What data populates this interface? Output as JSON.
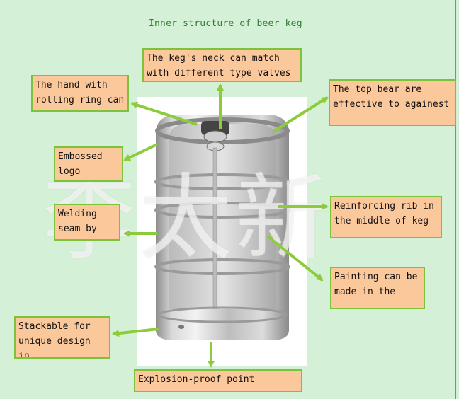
{
  "title": "Inner structure of beer keg",
  "watermark": "李太新",
  "labels": {
    "neck": "The keg's neck can match\nwith different type valves",
    "hand": "The hand with\nrolling ring can",
    "top_bear": "The top bear are\neffective to againest",
    "embossed": "Embossed\nlogo",
    "welding": "Welding\nseam by",
    "reinforcing": "Reinforcing rib in\nthe middle of keg",
    "painting": "Painting can be\nmade in the",
    "stackable": "Stackable for\nunique design in",
    "explosion": "Explosion-proof point"
  },
  "colors": {
    "background": "#d4f0d6",
    "label_fill": "#fbc89b",
    "label_border": "#7cc23a",
    "arrow": "#8ccc3c",
    "title": "#2f7d2f"
  }
}
